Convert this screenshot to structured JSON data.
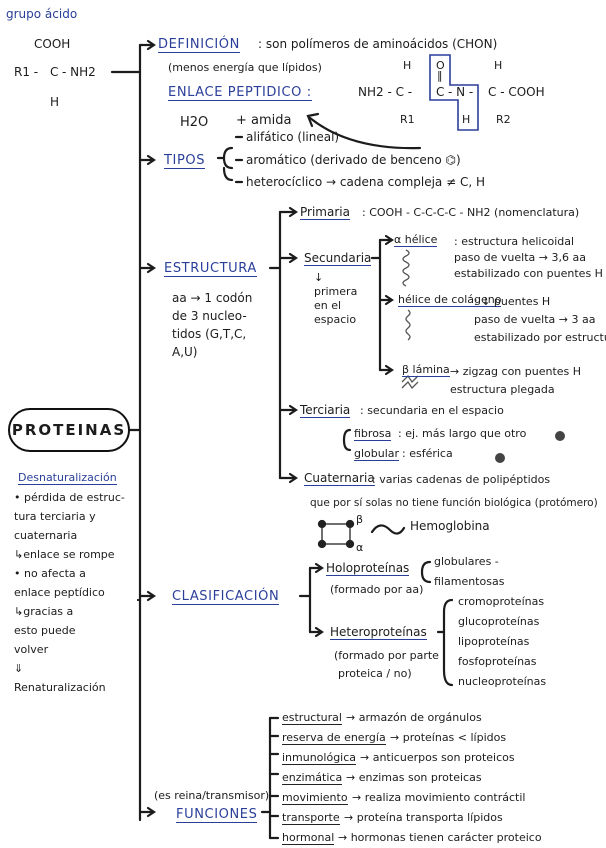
{
  "amino_acid": {
    "label": "grupo ácido",
    "cooh": "COOH",
    "left": "R1 -",
    "c": "C",
    "right": "- NH2",
    "h": "H"
  },
  "center_label": "PROTEINAS",
  "denaturation": {
    "title": "Desnaturalización",
    "lines": [
      "• pérdida de estruc-",
      "tura terciaria y",
      "cuaternaria",
      "↳enlace se rompe",
      "• no afecta a",
      "enlace peptídico",
      "↳gracias a",
      "esto puede",
      "volver",
      "⇓",
      "Renaturalización"
    ]
  },
  "definition": {
    "heading": "DEFINICIÓN",
    "text": ": son polímeros de aminoácidos (CHON)",
    "note": "(menos energía que lípidos)",
    "bond_heading": "ENLACE PEPTIDICO :",
    "water": "H2O",
    "plus_amida": "+   amida",
    "formula": {
      "nh2": "NH2 - C -",
      "c": "C",
      "n": "- N -",
      "cooh": "C - COOH",
      "h_top1": "H",
      "o_top": "O",
      "h_top2": "H",
      "r1": "R1",
      "h_mid": "H",
      "r2": "R2",
      "dbl": "‖"
    }
  },
  "types": {
    "heading": "TIPOS",
    "items": [
      "alifático (lineal)",
      "aromático (derivado de benceno ⌬)",
      "heterocíclico → cadena compleja ≠ C, H"
    ]
  },
  "structure": {
    "heading": "ESTRUCTURA",
    "codon_lines": [
      "aa → 1 codón",
      "de 3 nucleo-",
      "tidos (G,T,C,",
      "A,U)"
    ],
    "primary_label": "Primaria",
    "primary_text": ": COOH - C-C-C-C - NH2 (nomenclatura)",
    "secondary_label": "Secundaria",
    "secondary_note": [
      "↓",
      "primera",
      "en el",
      "espacio"
    ],
    "alpha_label": "α hélice",
    "alpha_lines": [
      ": estructura helicoidal",
      "paso de vuelta → 3,6 aa",
      "estabilizado con puentes H"
    ],
    "collagen_label": "hélice de colágeno",
    "collagen_lines": [
      ": ↓ puentes H",
      "paso de vuelta → 3 aa",
      "estabilizado por estructura"
    ],
    "beta_label": "β lámina",
    "beta_lines": [
      "→ zigzag con puentes H",
      "estructura plegada"
    ],
    "tertiary_label": "Terciaria",
    "tertiary_text": ": secundaria en el espacio",
    "fibrous_label": "fibrosa",
    "fibrous_text": ": ej. más largo que otro",
    "globular_label": "globular",
    "globular_text": ": esférica",
    "quaternary_label": "Cuaternaria",
    "quaternary_lines": [
      ": varias cadenas de polipéptidos",
      "que por sí solas no tiene función biológica (protómero)"
    ],
    "hemoglobin": "Hemoglobina",
    "hemo_alpha": "α",
    "hemo_beta": "β"
  },
  "classification": {
    "heading": "CLASIFICACIÓN",
    "holo_label": "Holoproteínas",
    "holo_note": "(formado por aa)",
    "holo_items": [
      "globulares -",
      "filamentosas"
    ],
    "hetero_label": "Heteroproteínas",
    "hetero_note": [
      "(formado por parte",
      "proteica / no)"
    ],
    "hetero_items": [
      "cromoproteínas",
      "glucoproteínas",
      "lipoproteínas",
      "fosfoproteínas",
      "nucleoproteínas"
    ]
  },
  "functions": {
    "heading": "FUNCIONES",
    "note": "(es reina/transmisor)",
    "items": [
      {
        "label": "estructural",
        "text": "→ armazón de orgánulos"
      },
      {
        "label": "reserva de energía",
        "text": "→ proteínas < lípidos"
      },
      {
        "label": "inmunológica",
        "text": "→ anticuerpos son proteicos"
      },
      {
        "label": "enzimática",
        "text": "→ enzimas son proteicas"
      },
      {
        "label": "movimiento",
        "text": "→ realiza movimiento contráctil"
      },
      {
        "label": "transporte",
        "text": "→ proteína transporta lípidos"
      },
      {
        "label": "hormonal",
        "text": "→ hormonas tienen carácter proteico"
      }
    ]
  }
}
